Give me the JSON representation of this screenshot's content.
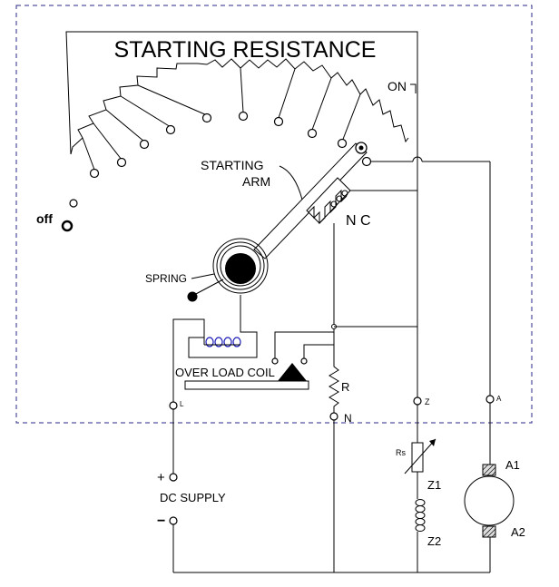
{
  "diagram": {
    "title": "STARTING RESISTANCE",
    "labels": {
      "on": "ON",
      "off": "off",
      "starting_arm_line1": "STARTING",
      "starting_arm_line2": "ARM",
      "nc": "N C",
      "spring": "SPRING",
      "overload_coil": "OVER LOAD COIL",
      "resistor": "R",
      "terminal_n": "N",
      "terminal_l": "L",
      "terminal_z": "Z",
      "terminal_a": "A",
      "rs": "Rs",
      "z1": "Z1",
      "z2": "Z2",
      "a1": "A1",
      "a2": "A2",
      "plus": "+",
      "minus": "−",
      "dc_supply": "DC SUPPLY"
    }
  }
}
